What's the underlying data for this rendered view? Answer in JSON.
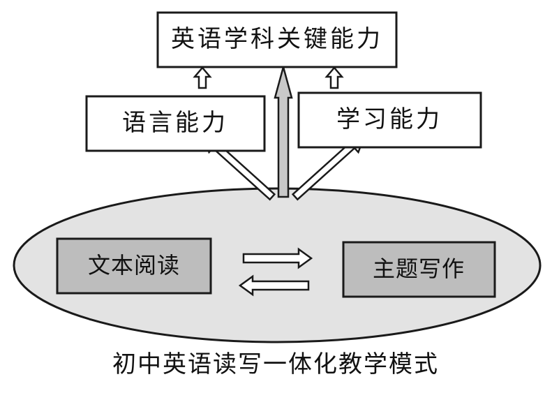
{
  "top_box": {
    "label": "英语学科关键能力"
  },
  "left_box": {
    "label": "语言能力"
  },
  "right_box": {
    "label": "学习能力"
  },
  "ellipse": {
    "left_box": {
      "label": "文本阅读"
    },
    "right_box": {
      "label": "主题写作"
    }
  },
  "caption": "初中英语读写一体化教学模式",
  "colors": {
    "box_gray": "#bdbdbd",
    "ellipse_fill": "#e3e3e3",
    "arrow_fill": "#c8c8c8",
    "stroke": "#1a1a1a"
  }
}
